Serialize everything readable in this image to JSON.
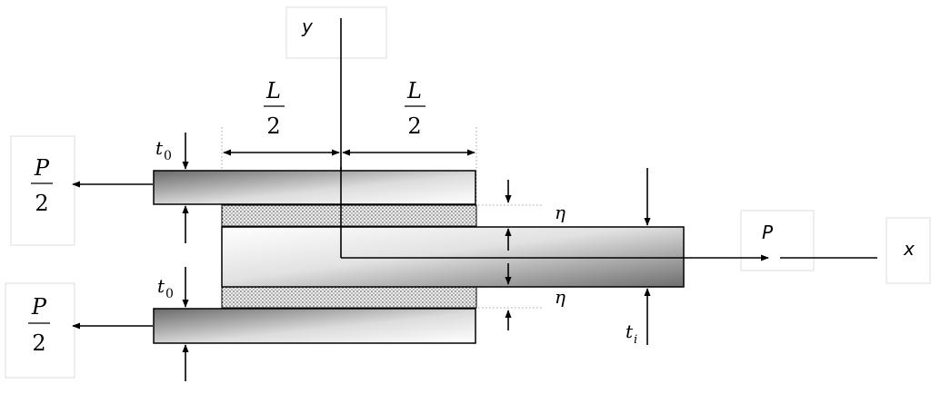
{
  "diagram": {
    "axes": {
      "y_label": "y",
      "x_label": "x"
    },
    "loads": {
      "left_num": "P",
      "left_den": "2",
      "right": "P"
    },
    "dimensions": {
      "half_length_num": "L",
      "half_length_den": "2",
      "outer_thickness": "t",
      "outer_thickness_sub": "0",
      "inner_thickness": "t",
      "inner_thickness_sub": "i",
      "adhesive": "η"
    }
  }
}
